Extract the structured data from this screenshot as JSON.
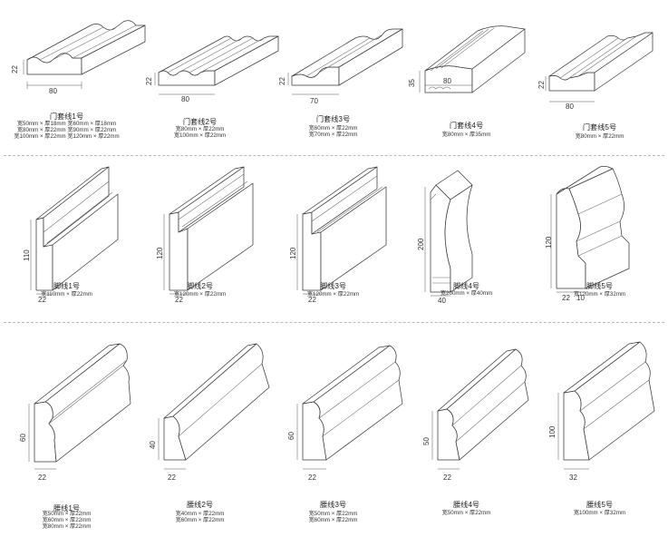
{
  "rows": [
    {
      "category": "door-casing",
      "items": [
        {
          "title": "门套线1号",
          "dims": {
            "height": "22",
            "width": "80"
          },
          "specs": [
            "宽50mm × 厚18mm   宽60mm × 厚18mm",
            "宽80mm × 厚22mm   宽90mm × 厚22mm",
            "宽100mm × 厚22mm  宽120mm × 厚22mm"
          ]
        },
        {
          "title": "门套线2号",
          "dims": {
            "height": "22",
            "width": "80"
          },
          "specs": [
            "宽80mm × 厚22mm",
            "宽100mm × 厚22mm"
          ]
        },
        {
          "title": "门套线3号",
          "dims": {
            "height": "22",
            "width": "70"
          },
          "specs": [
            "宽60mm × 厚22mm",
            "宽70mm × 厚22mm"
          ]
        },
        {
          "title": "门套线4号",
          "dims": {
            "height": "35",
            "width": "80"
          },
          "specs": [
            "宽80mm × 厚35mm"
          ]
        },
        {
          "title": "门套线5号",
          "dims": {
            "height": "22",
            "width": "80"
          },
          "specs": [
            "宽80mm × 厚22mm"
          ]
        }
      ]
    },
    {
      "category": "baseboard",
      "items": [
        {
          "title": "脚线1号",
          "dims": {
            "height": "110",
            "width": "22"
          },
          "specs": [
            "宽110mm × 厚22mm"
          ]
        },
        {
          "title": "脚线2号",
          "dims": {
            "height": "120",
            "width": "22"
          },
          "specs": [
            "宽120mm × 厚22mm"
          ]
        },
        {
          "title": "脚线3号",
          "dims": {
            "height": "120",
            "width": "22"
          },
          "specs": [
            "宽120mm × 厚22mm"
          ]
        },
        {
          "title": "脚线4号",
          "dims": {
            "height": "200",
            "width": "40"
          },
          "specs": [
            "宽200mm × 厚40mm"
          ]
        },
        {
          "title": "脚线5号",
          "dims": {
            "height": "120",
            "width": "22",
            "width2": "10"
          },
          "specs": [
            "宽120mm × 厚32mm"
          ]
        }
      ]
    },
    {
      "category": "waist-line",
      "items": [
        {
          "title": "腰线1号",
          "dims": {
            "height": "60",
            "width": "22"
          },
          "specs": [
            "宽50mm × 厚22mm",
            "宽60mm × 厚22mm",
            "宽80mm × 厚22mm"
          ]
        },
        {
          "title": "腰线2号",
          "dims": {
            "height": "40",
            "width": "22"
          },
          "specs": [
            "宽40mm × 厚22mm",
            "宽60mm × 厚22mm"
          ]
        },
        {
          "title": "腰线3号",
          "dims": {
            "height": "60",
            "width": "22"
          },
          "specs": [
            "宽50mm × 厚22mm",
            "宽60mm × 厚22mm"
          ]
        },
        {
          "title": "腰线4号",
          "dims": {
            "height": "50",
            "width": "22"
          },
          "specs": [
            "宽50mm × 厚22mm"
          ]
        },
        {
          "title": "腰线5号",
          "dims": {
            "height": "100",
            "width": "32"
          },
          "specs": [
            "宽100mm × 厚32mm"
          ]
        }
      ]
    }
  ]
}
